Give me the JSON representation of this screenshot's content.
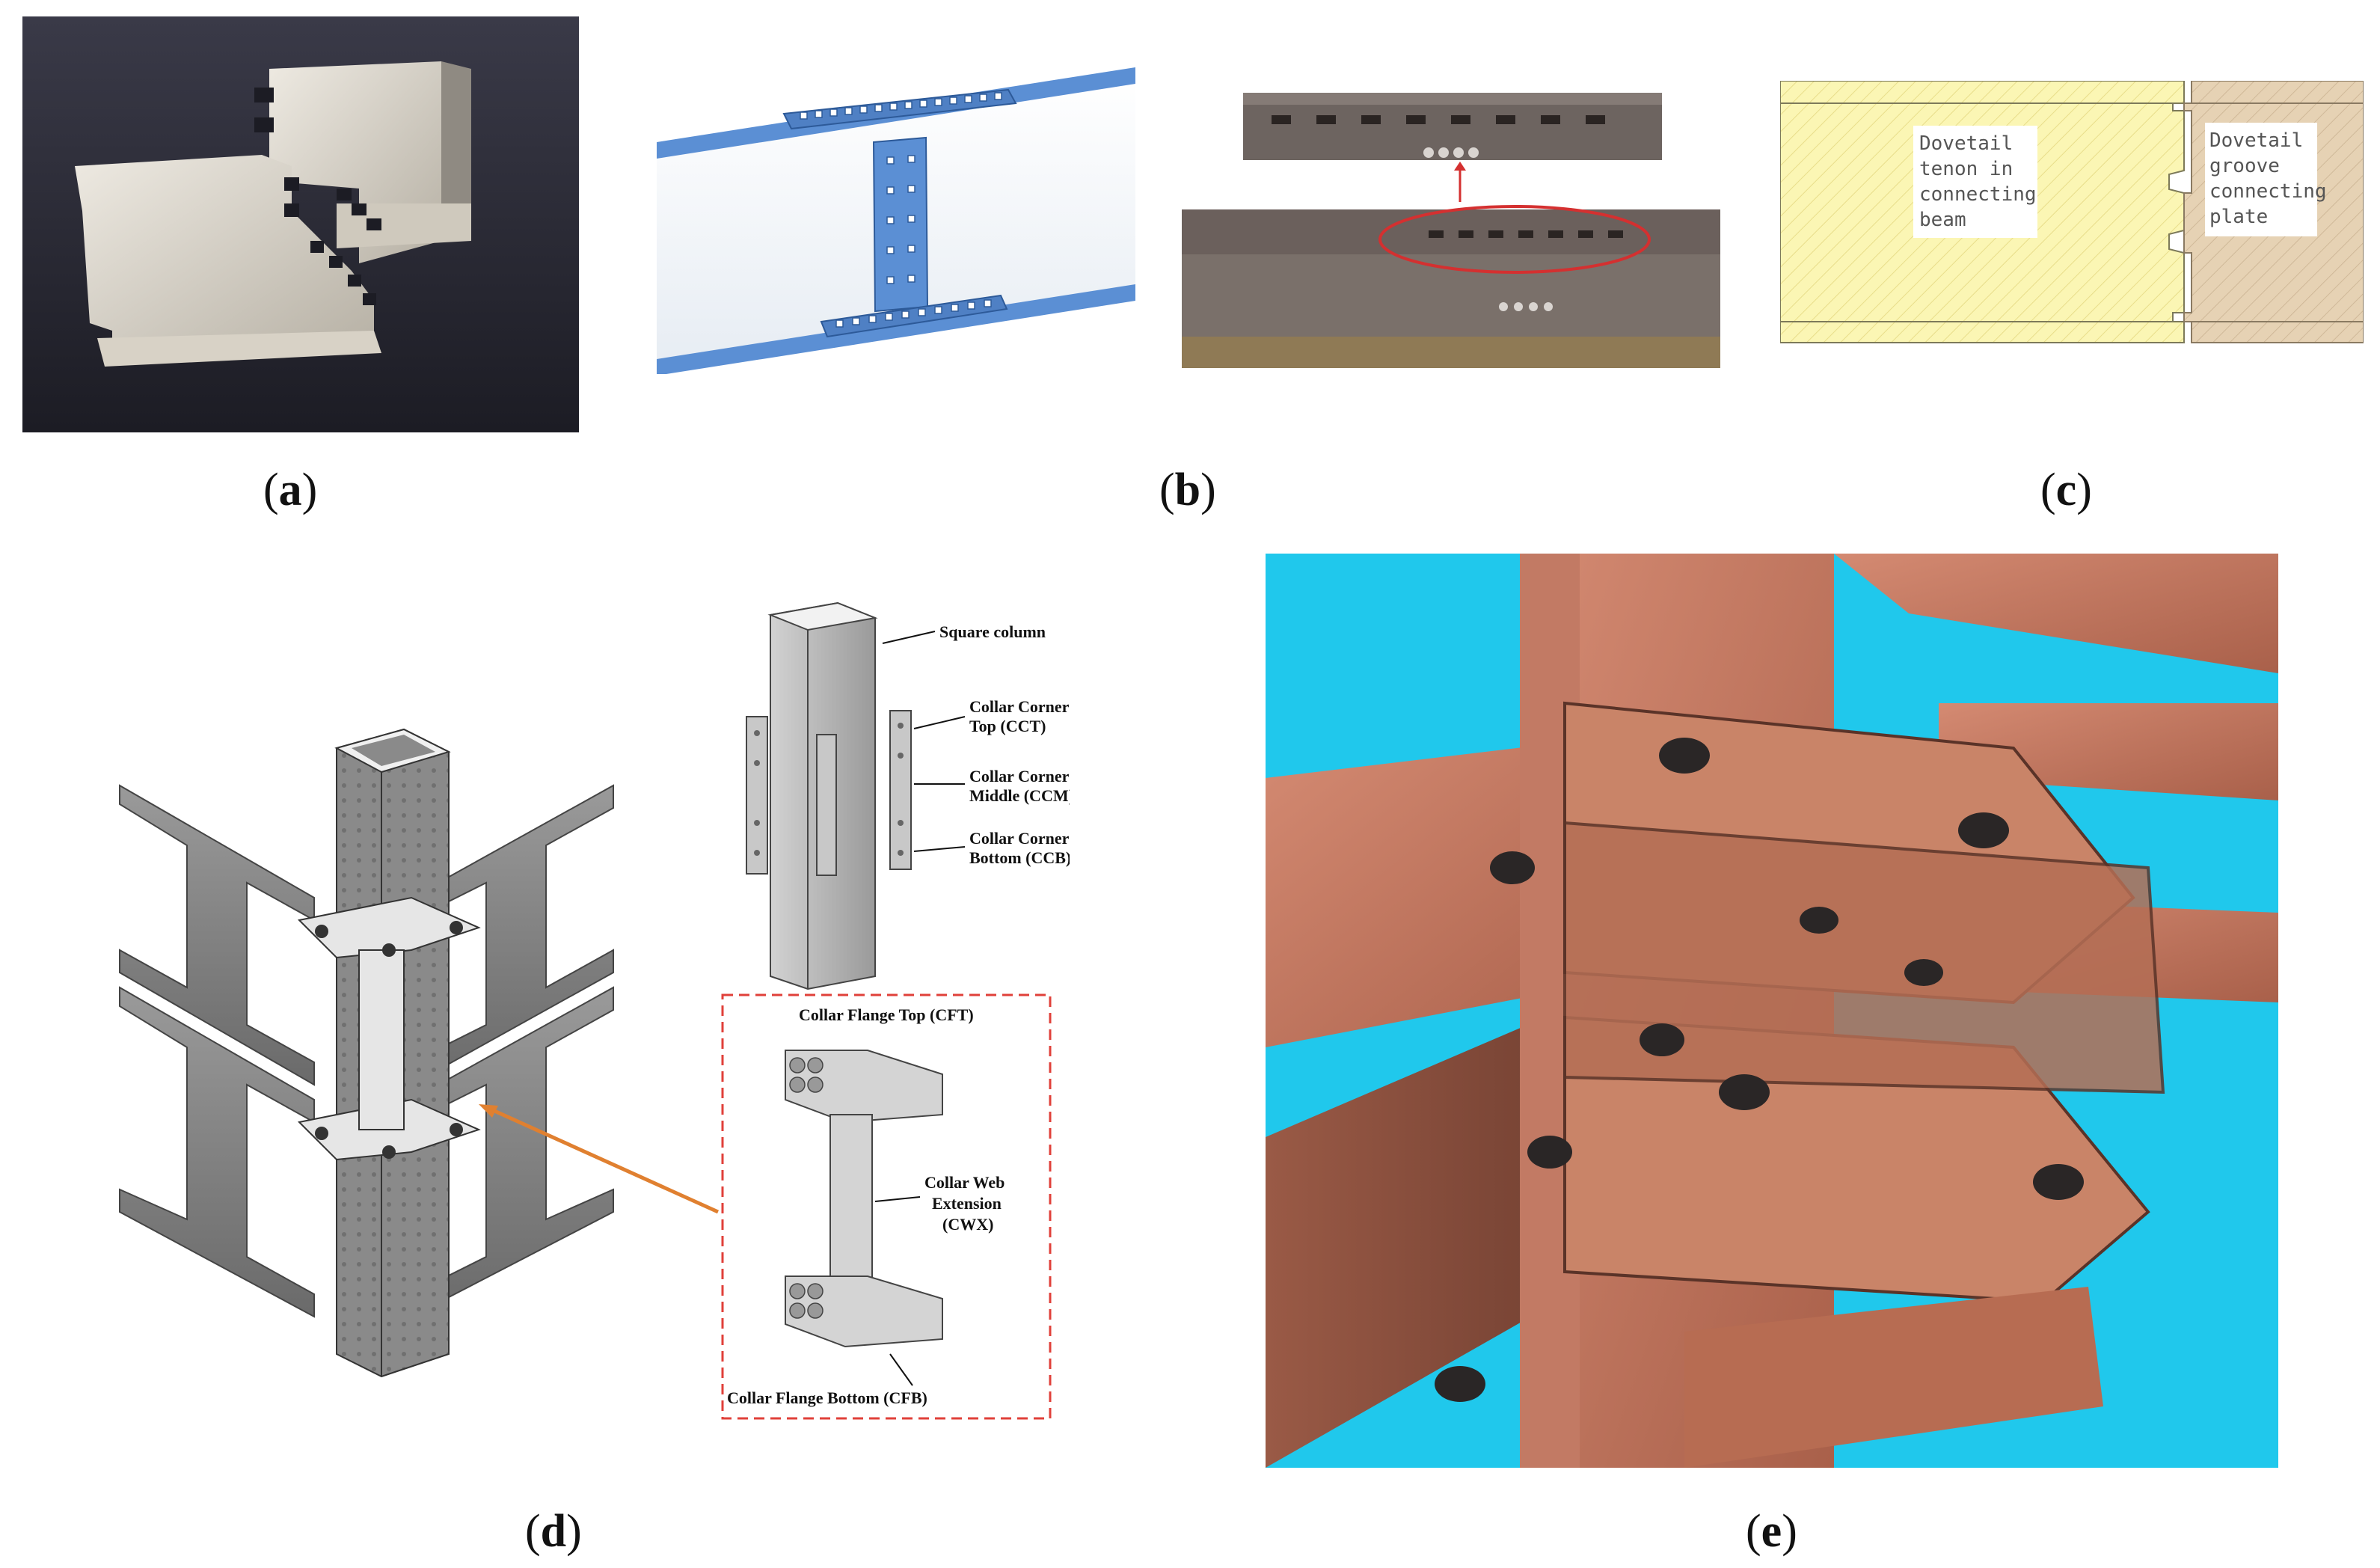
{
  "captions": {
    "a": "a",
    "b": "b",
    "c": "c",
    "d": "d",
    "e": "e"
  },
  "panel_c": {
    "left_label": [
      "Dovetail",
      "tenon in",
      "connecting",
      "beam"
    ],
    "right_label": [
      "Dovetail",
      "groove",
      "connecting",
      "plate"
    ]
  },
  "panel_d": {
    "labels": {
      "square_column": "Square column",
      "cct_1": "Collar Corner",
      "cct_2": "Top (CCT)",
      "ccm_1": "Collar Corner",
      "ccm_2": "Middle (CCM)",
      "ccb_1": "Collar Corner",
      "ccb_2": "Bottom (CCB)",
      "cft": "Collar Flange Top (CFT)",
      "cwx_1": "Collar Web",
      "cwx_2": "Extension",
      "cwx_3": "(CWX)",
      "cfb": "Collar Flange Bottom (CFB)"
    }
  },
  "colors": {
    "steel_blue": "#5b8fd4",
    "photo_bg_a": "#2a2a35",
    "timber_yellow": "#fbf6b4",
    "timber_tan": "#e6d2b4",
    "sky_cyan": "#20c8ec",
    "rust_steel": "#c97a62",
    "dash_red": "#e0403a"
  }
}
